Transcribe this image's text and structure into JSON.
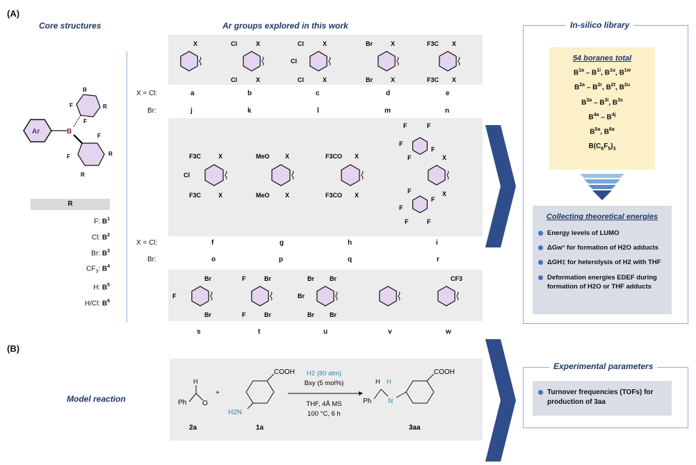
{
  "section_a": "(A)",
  "section_b": "(B)",
  "core_title": "Core structures",
  "ar_title": "Ar groups explored in this work",
  "lib_title": "In-silico library",
  "core": {
    "ar": "Ar",
    "b": "B",
    "f": "F",
    "r": "R"
  },
  "r_table": {
    "header": "R",
    "rows": [
      {
        "sub": "F: ",
        "b": "B",
        "sup": "1"
      },
      {
        "sub": "Cl: ",
        "b": "B",
        "sup": "2"
      },
      {
        "sub": "Br: ",
        "b": "B",
        "sup": "3"
      },
      {
        "sub": "CF",
        "sub3": "3",
        "subrest": ": ",
        "b": "B",
        "sup": "4"
      },
      {
        "sub": "H: ",
        "b": "B",
        "sup": "5"
      },
      {
        "sub": "H/Cl: ",
        "b": "B",
        "sup": "6"
      }
    ]
  },
  "row_labels": {
    "xcl": "X = Cl:",
    "br": "Br:"
  },
  "group_row1": {
    "cl": [
      "a",
      "b",
      "c",
      "d",
      "e"
    ],
    "br": [
      "j",
      "k",
      "l",
      "m",
      "n"
    ]
  },
  "group_row2": {
    "cl": [
      "f",
      "g",
      "h",
      "i"
    ],
    "br": [
      "o",
      "p",
      "q",
      "r"
    ]
  },
  "group_row3": [
    "s",
    "t",
    "u",
    "v",
    "w"
  ],
  "atoms": {
    "x": "X",
    "cl": "Cl",
    "br": "Br",
    "f": "F",
    "f3c": "F3C",
    "cf3": "CF3",
    "meo": "MeO",
    "f3co": "F3CO"
  },
  "library": {
    "title": "54 boranes total",
    "lines": [
      {
        "t1": "B",
        "s1": "1a",
        "t2": " – B",
        "s2": "1i",
        "t3": ", B",
        "s3": "1u",
        "t4": ", B",
        "s4": "1w"
      },
      {
        "t1": "B",
        "s1": "2a",
        "t2": " – B",
        "s2": "2r",
        "t3": ", B",
        "s3": "2t",
        "t4": ", B",
        "s4": "2u"
      },
      {
        "t1": "B",
        "s1": "3a",
        "t2": " – B",
        "s2": "3i",
        "t3": ", B",
        "s3": "3s",
        "t4": "",
        "s4": ""
      },
      {
        "t1": "B",
        "s1": "4a",
        "t2": " – B",
        "s2": "4j",
        "t3": "",
        "s3": "",
        "t4": "",
        "s4": ""
      },
      {
        "t1": "B",
        "s1": "5a",
        "t2": ", B",
        "s2": "6a",
        "t3": "",
        "s3": "",
        "t4": "",
        "s4": ""
      }
    ],
    "last": {
      "a": "B(C",
      "b": "6",
      "c": "F",
      "d": "5",
      "e": ")",
      "f": "3"
    }
  },
  "collecting": {
    "title": "Collecting theoretical energies",
    "items": [
      "Energy levels of LUMO",
      "ΔGw° for formation of H2O adducts",
      "ΔGH‡ for heterolysis of H2 with THF",
      "Deformation energies EDEF during formation of H2O or THF adducts"
    ]
  },
  "model_reaction": "Model reaction",
  "reaction": {
    "cond1": "H2 (80 atm)",
    "cond2": "Bxy (5 mol%)",
    "cond3": "THF, 4Å MS",
    "cond4": "100 °C, 6 h",
    "plus": "+",
    "ph": "Ph",
    "o": "O",
    "h": "H",
    "cooh": "COOH",
    "h2n": "H2N",
    "n": "N",
    "lbl_2a": "2a",
    "lbl_1a": "1a",
    "lbl_3aa": "3aa"
  },
  "experimental": {
    "title": "Experimental parameters",
    "item": "Turnover frequencies (TOFs) for production of 3aa"
  },
  "colors": {
    "navy": "#1f3864",
    "blue_arrow": "#2e4d8a",
    "ring_fill": "#e4d4ef",
    "teal": "#2e86a8"
  }
}
